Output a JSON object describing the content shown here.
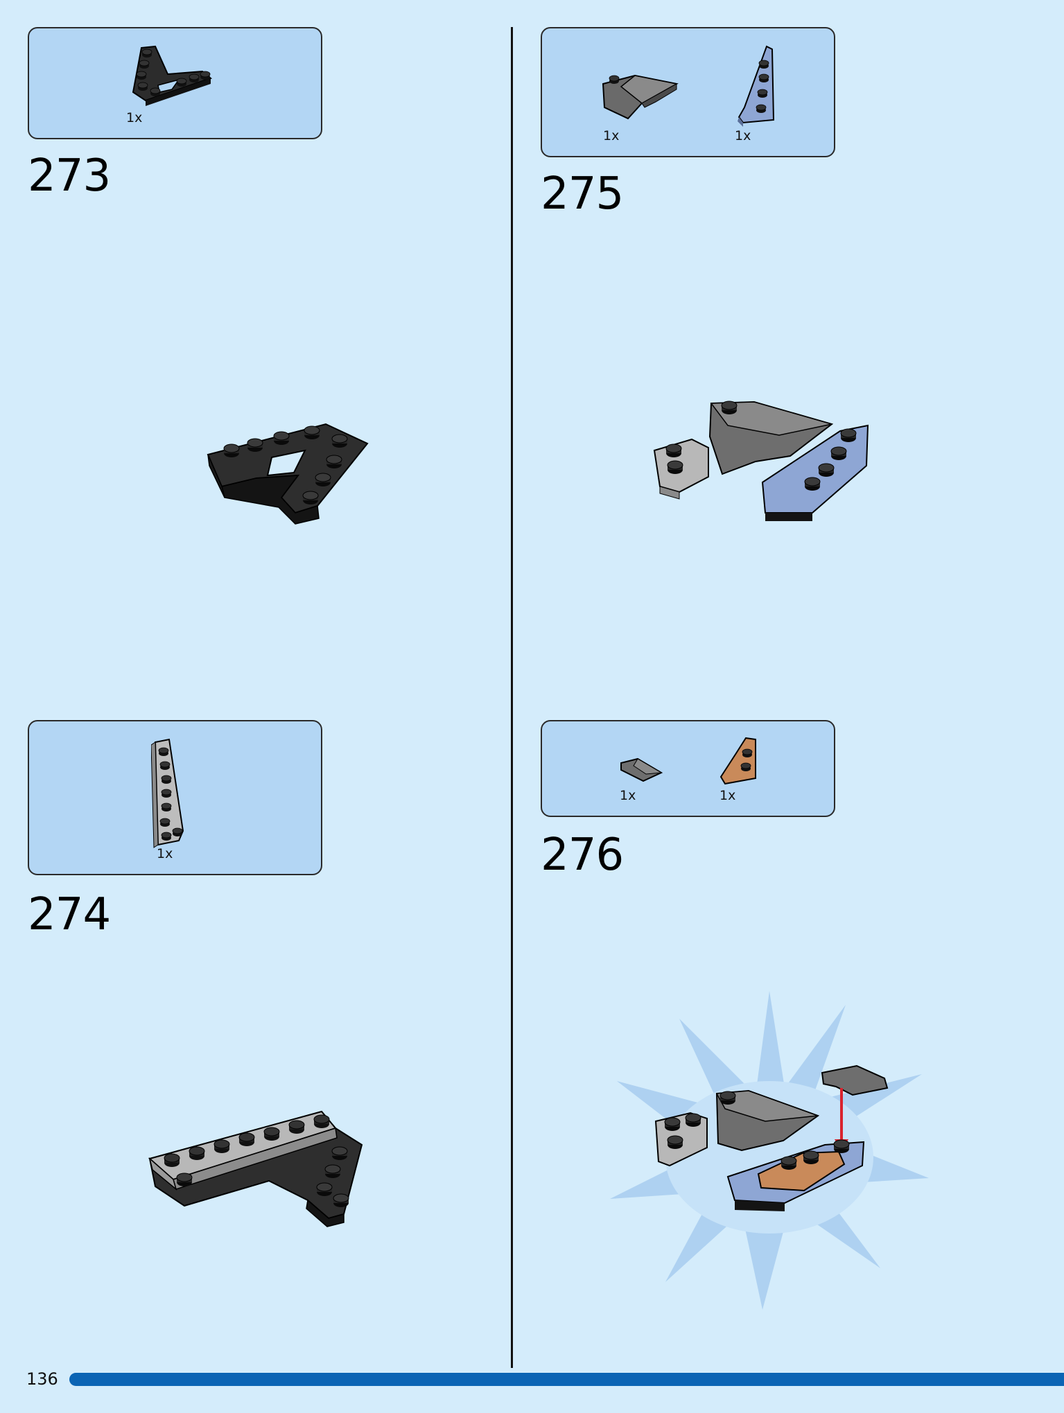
{
  "page": {
    "number": "136"
  },
  "colors": {
    "background": "#d4ecfb",
    "callout": "#b3d6f4",
    "footer_bar": "#0b64b4",
    "arrow": "#d9232e"
  },
  "steps": [
    {
      "number": "273",
      "parts": [
        {
          "qty": "1x",
          "icon": "black-wedge-plate-part"
        }
      ]
    },
    {
      "number": "274",
      "parts": [
        {
          "qty": "1x",
          "icon": "light-gray-wedge-plate-part"
        }
      ]
    },
    {
      "number": "275",
      "parts": [
        {
          "qty": "1x",
          "icon": "dark-gray-wedge-slope-part"
        },
        {
          "qty": "1x",
          "icon": "sand-blue-wedge-plate-part"
        }
      ]
    },
    {
      "number": "276",
      "parts": [
        {
          "qty": "1x",
          "icon": "dark-gray-slope-part"
        },
        {
          "qty": "1x",
          "icon": "nougat-wedge-plate-part"
        }
      ]
    }
  ]
}
